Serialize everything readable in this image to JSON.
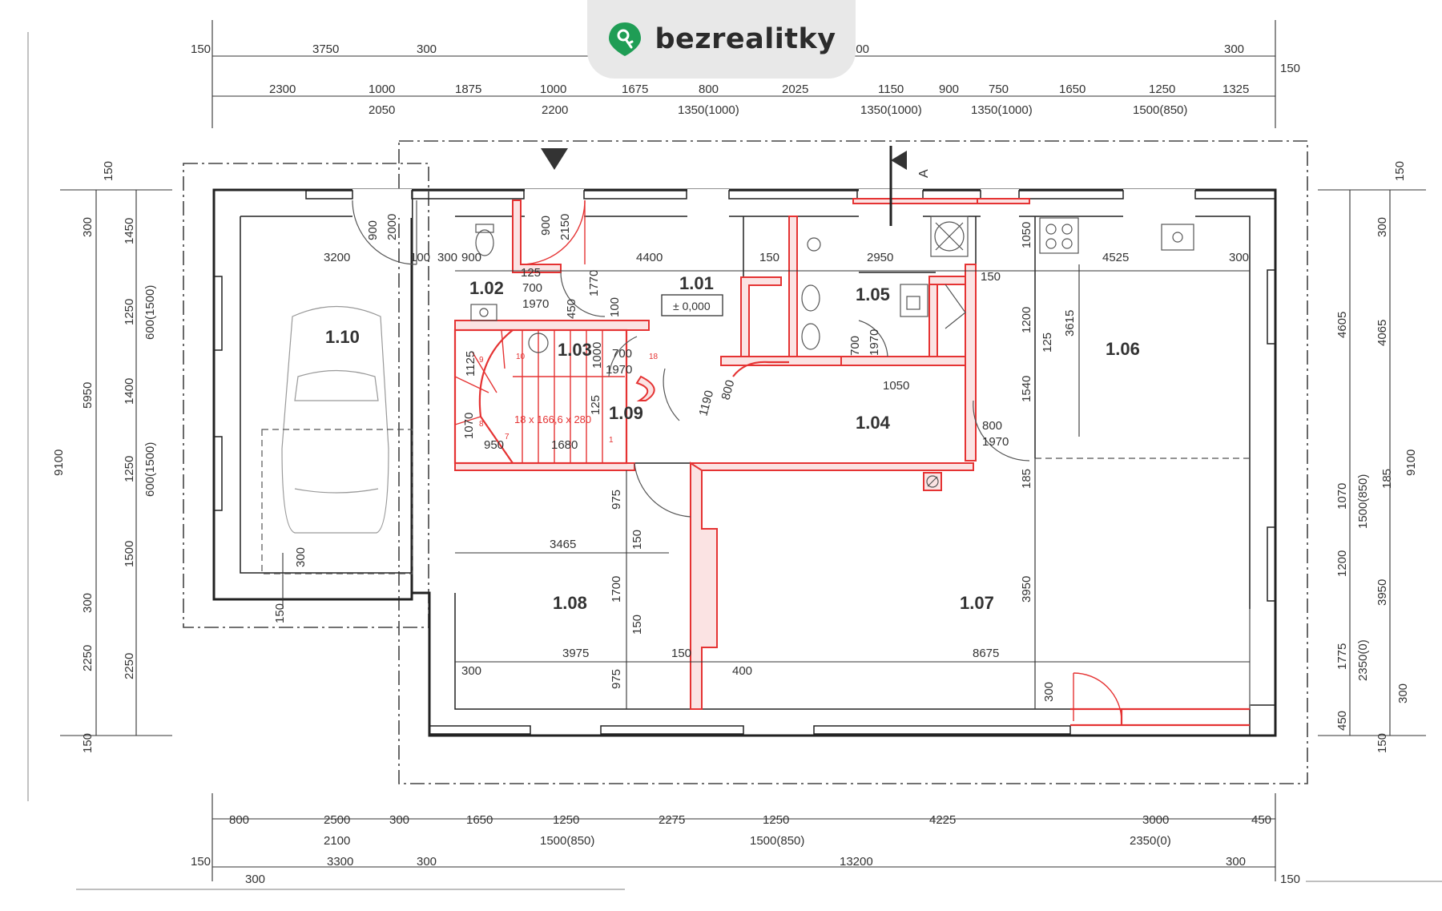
{
  "brand": {
    "name": "bezrealitky",
    "accent_color": "#1f9d55"
  },
  "elevation": "± 0,000",
  "section_marker": "A",
  "rooms": [
    {
      "id": "1.01"
    },
    {
      "id": "1.02"
    },
    {
      "id": "1.03"
    },
    {
      "id": "1.04"
    },
    {
      "id": "1.05"
    },
    {
      "id": "1.06"
    },
    {
      "id": "1.07"
    },
    {
      "id": "1.08"
    },
    {
      "id": "1.09"
    },
    {
      "id": "1.10"
    }
  ],
  "stair_label": "18 x 166,6 x 280",
  "stair_steps": [
    "9",
    "10",
    "8",
    "7",
    "1",
    "18"
  ],
  "dimensions": {
    "top_row1": [
      "150",
      "3750",
      "300",
      "200",
      "300",
      "150"
    ],
    "top_row2": [
      "2300",
      "1000",
      "1875",
      "1000",
      "1675",
      "800",
      "2025",
      "1150",
      "900",
      "750",
      "1650",
      "1250",
      "1325"
    ],
    "top_row2_sub": [
      "2050",
      "2200",
      "1350(1000)",
      "1350(1000)",
      "1350(1000)",
      "1500(850)"
    ],
    "bottom_row1": [
      "800",
      "2500",
      "300",
      "1650",
      "1250",
      "2275",
      "1250",
      "4225",
      "3000",
      "450"
    ],
    "bottom_row1_sub": [
      "2100",
      "1500(850)",
      "1500(850)",
      "2350(0)"
    ],
    "bottom_row2": [
      "150",
      "3300",
      "300",
      "13200",
      "300",
      "150",
      "300"
    ],
    "left_outer": [
      "150",
      "300",
      "5950",
      "300",
      "2250",
      "150",
      "9100"
    ],
    "left_inner": [
      "1450",
      "1250",
      "600(1500)",
      "1400",
      "1250",
      "600(1500)",
      "1500",
      "2250"
    ],
    "right_inner": [
      "150",
      "300",
      "4605",
      "1070",
      "1500(850)",
      "1200",
      "1775",
      "2350(0)",
      "450",
      "150"
    ],
    "right_outer": [
      "4065",
      "9100",
      "185",
      "3950",
      "300"
    ],
    "interior": [
      "3200",
      "100",
      "300",
      "900",
      "4400",
      "150",
      "2950",
      "4525",
      "300",
      "150",
      "1050",
      "125",
      "700",
      "1970",
      "1770",
      "450",
      "100",
      "1125",
      "1000",
      "125",
      "1070",
      "950",
      "1680",
      "700",
      "1970",
      "1190",
      "800",
      "700",
      "1970",
      "1050",
      "1200",
      "125",
      "3615",
      "1540",
      "800",
      "1970",
      "185",
      "3465",
      "975",
      "150",
      "1700",
      "150",
      "975",
      "3975",
      "150",
      "8675",
      "3950",
      "400",
      "300",
      "300",
      "300",
      "150",
      "300",
      "900",
      "2000",
      "900",
      "2150"
    ]
  }
}
